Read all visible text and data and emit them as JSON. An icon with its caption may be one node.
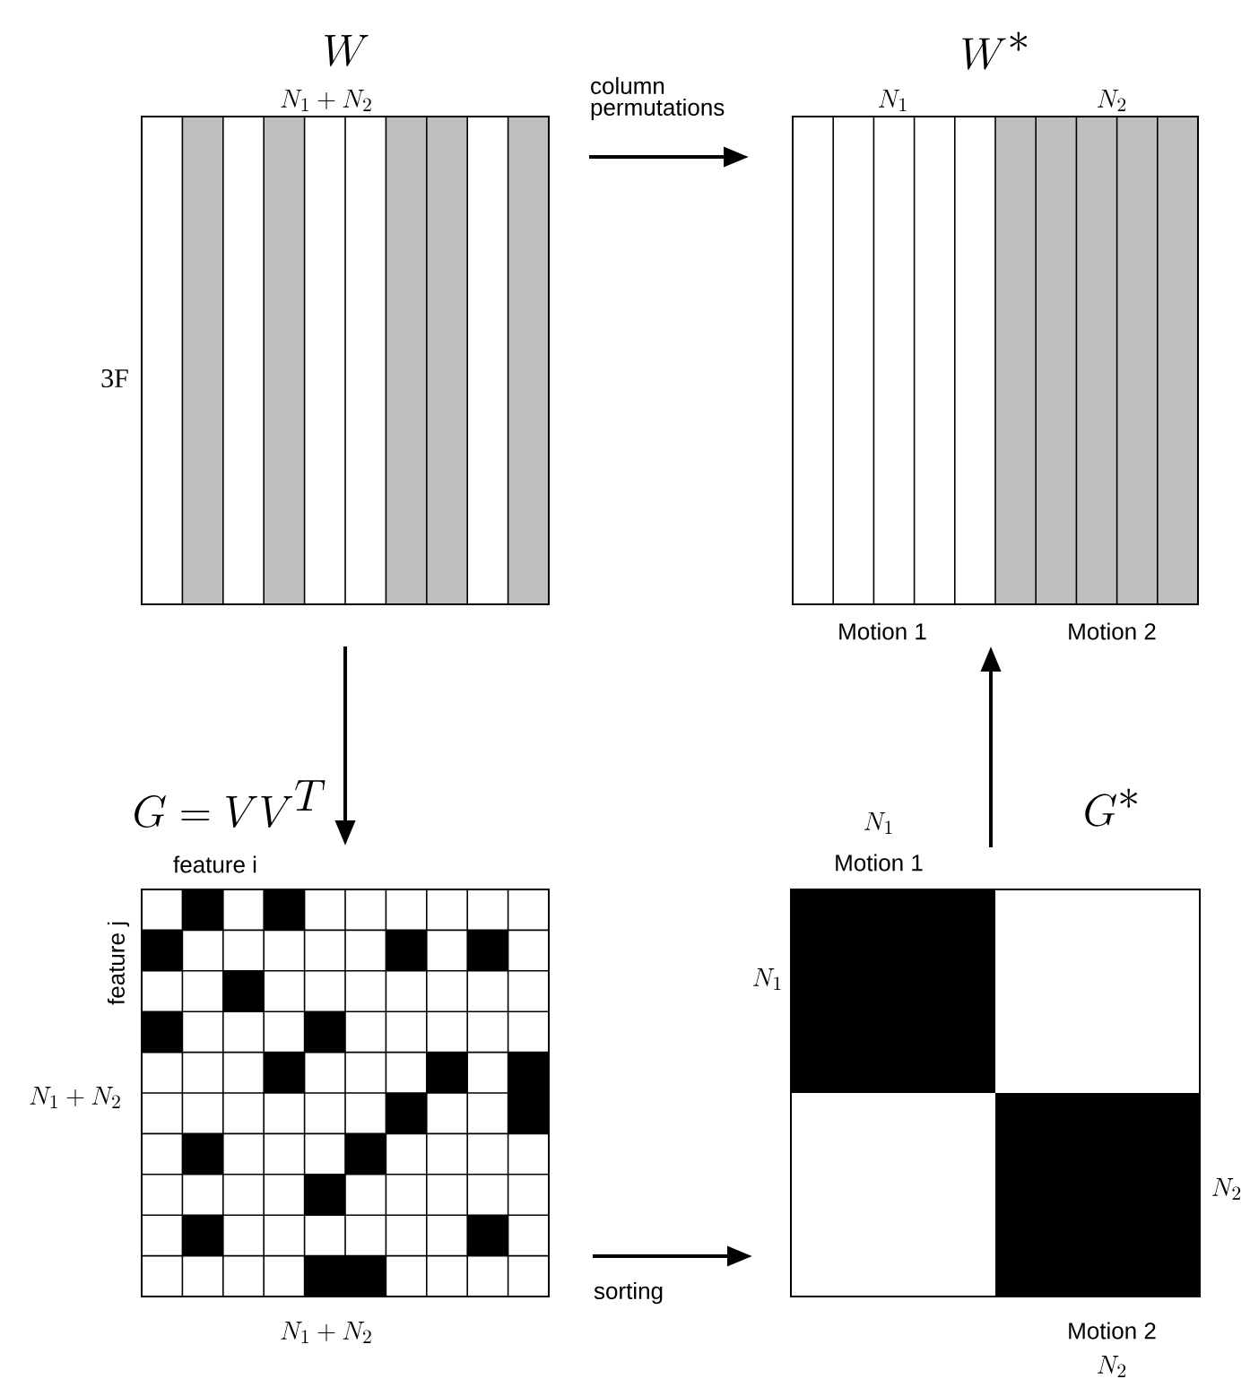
{
  "diagram": {
    "nodes": [
      {
        "text": [
          "W"
        ]
      },
      {
        "text": [
          "W^*"
        ]
      },
      {
        "text": [
          "G=VV^T"
        ]
      },
      {
        "text": [
          "G^*"
        ]
      }
    ],
    "edges": [
      {
        "from": 0,
        "to": 1,
        "arrow": "to",
        "label": "column permutations"
      },
      {
        "from": 0,
        "to": 2,
        "arrow": "to"
      },
      {
        "from": 2,
        "to": 3,
        "arrow": "to",
        "label": "sorting"
      },
      {
        "from": 3,
        "to": 1,
        "arrow": "to"
      }
    ],
    "labels": [
      "N_1+N_2",
      "N_1",
      "N_2",
      "3F",
      "Motion 1",
      "Motion 2",
      "feature i",
      "feature j",
      "N_1",
      "Motion 1",
      "N_1+N_2",
      "N_1",
      "N_2",
      "N_1+N_2",
      "Motion 2",
      "N_2"
    ]
  }
}
